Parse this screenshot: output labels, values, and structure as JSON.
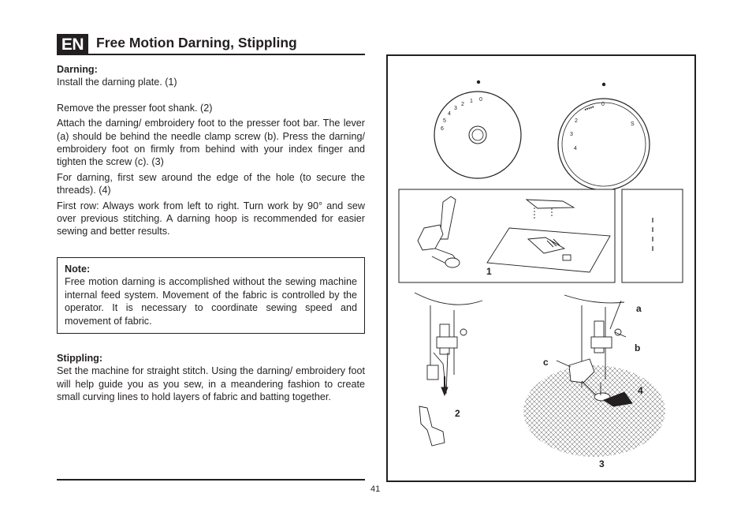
{
  "header": {
    "lang_badge": "EN",
    "title": "Free Motion Darning, Stippling"
  },
  "darning": {
    "heading": "Darning:",
    "para1": "Install the darning plate. (1)",
    "para2": "Remove the presser foot shank. (2)",
    "para3": "Attach the darning/ embroidery foot to the presser foot bar. The lever (a) should be behind the needle clamp screw (b). Press the darning/ embroidery foot on firmly from behind with your index finger and tighten the screw (c). (3)",
    "para4": "For darning, first sew around the edge of the hole (to secure the threads). (4)",
    "para5": "First row: Always work from left to right. Turn work by 90° and sew over previous stitching. A darning hoop is recommended for easier sewing and better results."
  },
  "note": {
    "heading": "Note:",
    "body": "Free motion darning is accomplished without the sewing machine internal feed system. Movement of the fabric is controlled by the operator. It is necessary to coordinate sewing speed and movement of fabric."
  },
  "stippling": {
    "heading": "Stippling:",
    "body": "Set the machine for straight stitch. Using the darning/ embroidery foot will help guide you as you sew, in a meandering fashion to create small curving lines to hold layers of fabric and batting together."
  },
  "figure": {
    "label_1": "1",
    "label_2": "2",
    "label_3": "3",
    "label_4": "4",
    "label_a": "a",
    "label_b": "b",
    "label_c": "c",
    "dial1_marks": [
      "0",
      "1",
      "2",
      "3",
      "4",
      "5",
      "6"
    ],
    "dial2_marks": [
      "0",
      "2",
      "3",
      "4",
      "S"
    ]
  },
  "footer": {
    "page_number": "41"
  }
}
